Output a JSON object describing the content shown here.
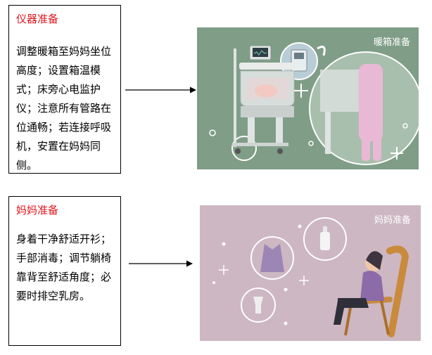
{
  "section1": {
    "heading": "仪器准备",
    "body": "调整暖箱至妈妈坐位高度；设置箱温模式；床旁心电监护仪；注意所有管路在位通畅；若连接呼吸机，安置在妈妈同侧。",
    "image_title": "暖箱准备"
  },
  "section2": {
    "heading": "妈妈准备",
    "body": "身着干净舒适开衫；手部消毒；调节躺椅靠背至舒适角度；必要时排空乳房。",
    "image_title": "妈妈准备"
  },
  "colors": {
    "heading": "#e0151b",
    "panel1_bg": "#7f9d87",
    "panel2_bg": "#cdb7c2"
  }
}
